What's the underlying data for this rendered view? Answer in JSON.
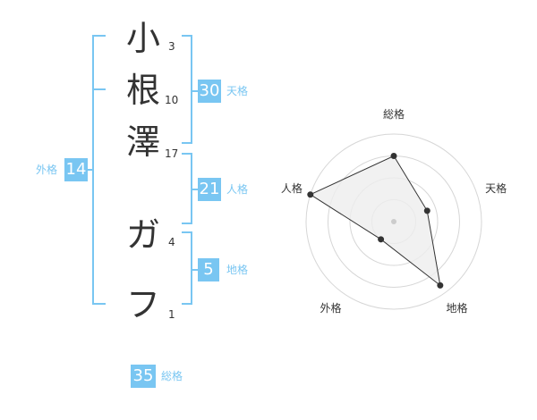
{
  "name": {
    "characters": [
      {
        "char": "小",
        "strokes": "3"
      },
      {
        "char": "根",
        "strokes": "10"
      },
      {
        "char": "澤",
        "strokes": "17"
      },
      {
        "char": "ガ",
        "strokes": "4"
      },
      {
        "char": "フ",
        "strokes": "1"
      }
    ]
  },
  "fortune": {
    "tenkaku": {
      "value": "30",
      "label": "天格"
    },
    "jinkaku": {
      "value": "21",
      "label": "人格"
    },
    "chikaku": {
      "value": "5",
      "label": "地格"
    },
    "gaikaku": {
      "value": "14",
      "label": "外格"
    },
    "soukaku": {
      "value": "35",
      "label": "総格"
    }
  },
  "radar": {
    "axes": [
      "総格",
      "天格",
      "地格",
      "外格",
      "人格"
    ],
    "values": [
      0.75,
      0.4,
      0.9,
      0.25,
      1.0
    ],
    "rings": 4,
    "colors": {
      "line": "#333333",
      "fill": "#eeeeee",
      "grid": "#d6d6d6",
      "center": "#cccccc"
    }
  },
  "colors": {
    "accent": "#79c6f2",
    "bracket": "#79c6f2",
    "text": "#333333"
  }
}
